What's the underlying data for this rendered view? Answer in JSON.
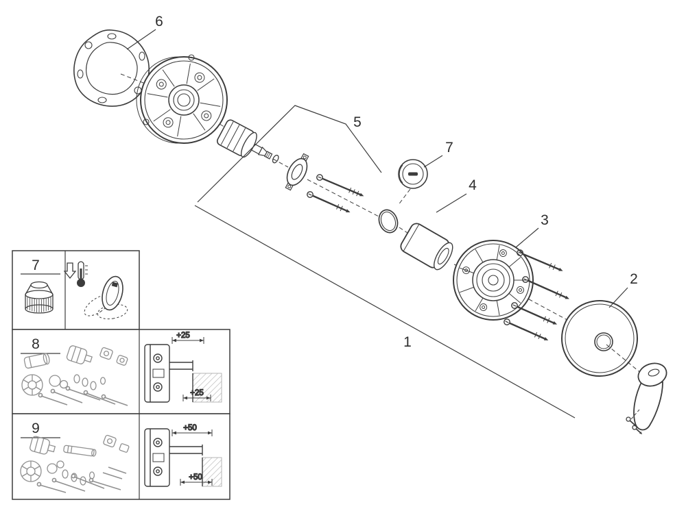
{
  "document": {
    "kind": "exploded-parts-diagram",
    "colors": {
      "background": "#ffffff",
      "ink": "#3c3c3c",
      "muted_parts": "#909090",
      "hatch": "#b5b5b5"
    }
  },
  "callouts": {
    "part1": "1",
    "part2": "2",
    "part3": "3",
    "part4": "4",
    "part5": "5",
    "part6": "6",
    "part7": "7"
  },
  "insets": {
    "box7": {
      "label": "7"
    },
    "box8": {
      "label": "8",
      "dim_top": "+25",
      "dim_bottom": "+25"
    },
    "box9": {
      "label": "9",
      "dim_top": "+50",
      "dim_bottom": "+50"
    }
  }
}
